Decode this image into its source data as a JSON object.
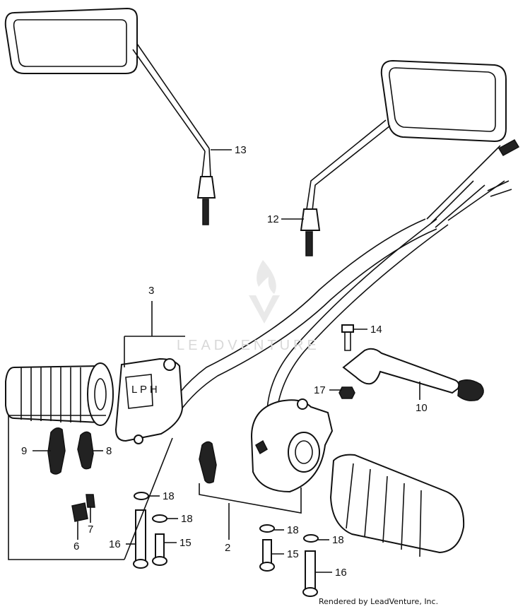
{
  "callouts": {
    "c13": "13",
    "c12": "12",
    "c3": "3",
    "c14": "14",
    "c17": "17",
    "c10": "10",
    "c9": "9",
    "c8": "8",
    "c7": "7",
    "c6": "6",
    "c18a": "18",
    "c18b": "18",
    "c16a": "16",
    "c15a": "15",
    "c2": "2",
    "c18c": "18",
    "c18d": "18",
    "c15b": "15",
    "c16b": "16"
  },
  "watermark": "LEADVENTURE",
  "credit": "Rendered by LeadVenture, Inc."
}
